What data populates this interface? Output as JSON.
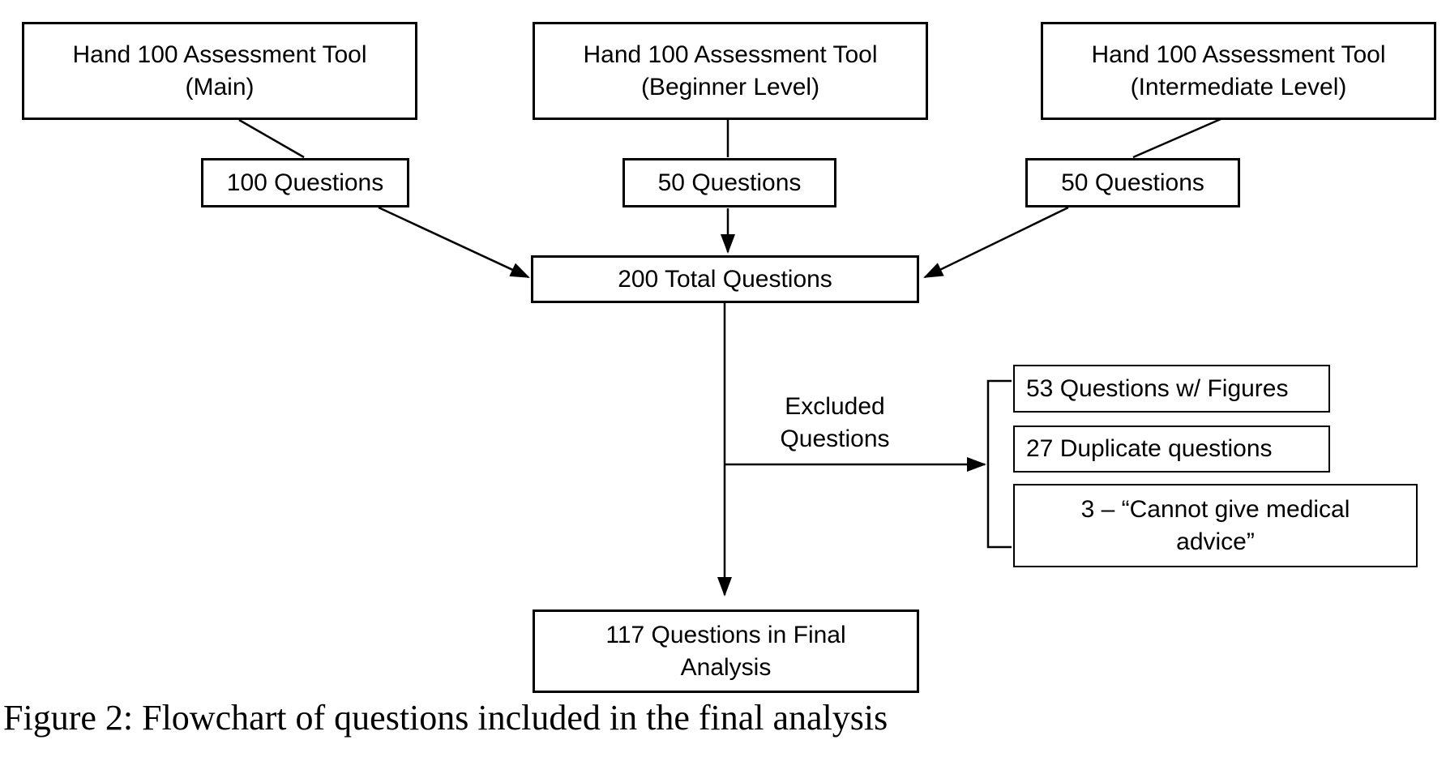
{
  "diagram": {
    "tool_boxes": {
      "main": {
        "line1": "Hand 100 Assessment Tool",
        "line2": "(Main)"
      },
      "beginner": {
        "line1": "Hand 100 Assessment Tool",
        "line2": "(Beginner Level)"
      },
      "intermediate": {
        "line1": "Hand 100 Assessment Tool",
        "line2": "(Intermediate Level)"
      }
    },
    "question_boxes": {
      "main": "100 Questions",
      "beginner": "50 Questions",
      "intermediate": "50 Questions"
    },
    "total_box": "200 Total Questions",
    "excluded": {
      "label_line1": "Excluded",
      "label_line2": "Questions",
      "reasons": {
        "figures": "53 Questions w/ Figures",
        "duplicates": "27 Duplicate questions",
        "advice_line1": "3 – “Cannot give medical",
        "advice_line2": "advice”"
      }
    },
    "final_box": {
      "line1": "117 Questions in Final",
      "line2": "Analysis"
    }
  },
  "caption": "Figure 2: Flowchart of questions included in the final analysis",
  "colors": {
    "ink": "#000000",
    "background": "#ffffff",
    "box_fill": "#ffffff"
  }
}
